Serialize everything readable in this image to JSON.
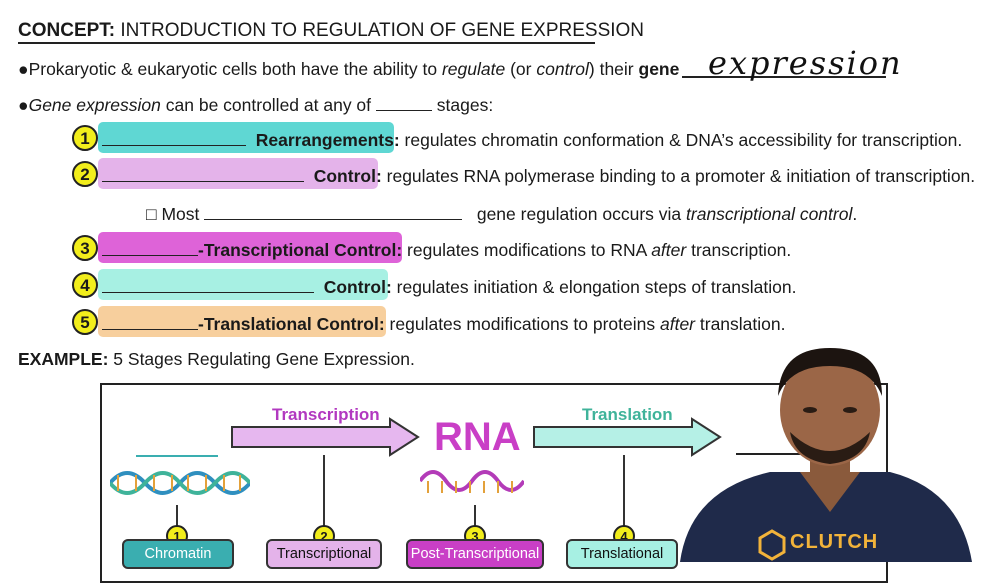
{
  "title": {
    "bold": "CONCEPT:",
    "text": "INTRODUCTION TO REGULATION OF GENE EXPRESSION"
  },
  "bullet1": {
    "bullet": "●",
    "text_a": "Prokaryotic & eukaryotic cells both have the ability to ",
    "em1": "regulate",
    "text_b": " (or ",
    "em2": "control",
    "text_c": ") their ",
    "bold": "gene",
    "handwritten": "expression"
  },
  "bullet2": {
    "bullet": "●",
    "em": "Gene expression",
    "text_a": " can be controlled at any of ",
    "text_b": " stages:"
  },
  "rows": [
    {
      "num": "1",
      "bold": "Rearrangements:",
      "text": " regulates chromatin conformation & DNA’s accessibility for transcription.",
      "color": "#5fd7d3"
    },
    {
      "num": "2",
      "bold": "Control:",
      "text": " regulates RNA polymerase binding to a promoter & initiation of transcription.",
      "color": "#e4b3ea"
    },
    {
      "num": "3",
      "bold": "-Transcriptional Control:",
      "text": " regulates modifications to RNA ",
      "em": "after",
      "text2": " transcription.",
      "color": "#de63d8"
    },
    {
      "num": "4",
      "bold": "Control:",
      "text": " regulates initiation & elongation steps of translation.",
      "color": "#a7f0e3"
    },
    {
      "num": "5",
      "bold": "-Translational Control:",
      "text": " regulates modifications to proteins ",
      "em": "after",
      "text2": " translation.",
      "color": "#f7cf9d"
    }
  ],
  "subpoint": {
    "box": "□",
    "text_a": "Most ",
    "text_b": " gene regulation occurs via ",
    "em": "transcriptional control",
    "text_c": "."
  },
  "example": {
    "bold": "EXAMPLE:",
    "text": " 5 Stages Regulating Gene Expression."
  },
  "diagram": {
    "transcription_label": "Transcription",
    "rna_label": "RNA",
    "translation_label": "Translation",
    "stages": [
      {
        "num": "1",
        "label": "Chromatin",
        "color": "#3aaeb0"
      },
      {
        "num": "2",
        "label": "Transcriptional",
        "color": "#e4b3ea"
      },
      {
        "num": "3",
        "label": "Post-Transcriptional",
        "color": "#c93fc6"
      },
      {
        "num": "4",
        "label": "Translational",
        "color": "#a7f0e3"
      }
    ]
  },
  "logo": {
    "text": "CLUTCH"
  },
  "colors": {
    "number_circle": "#f2ee1c",
    "transcription_arrow": "#e6b7ef",
    "translation_arrow": "#b5f0e6",
    "rna_text": "#c93fc6"
  }
}
